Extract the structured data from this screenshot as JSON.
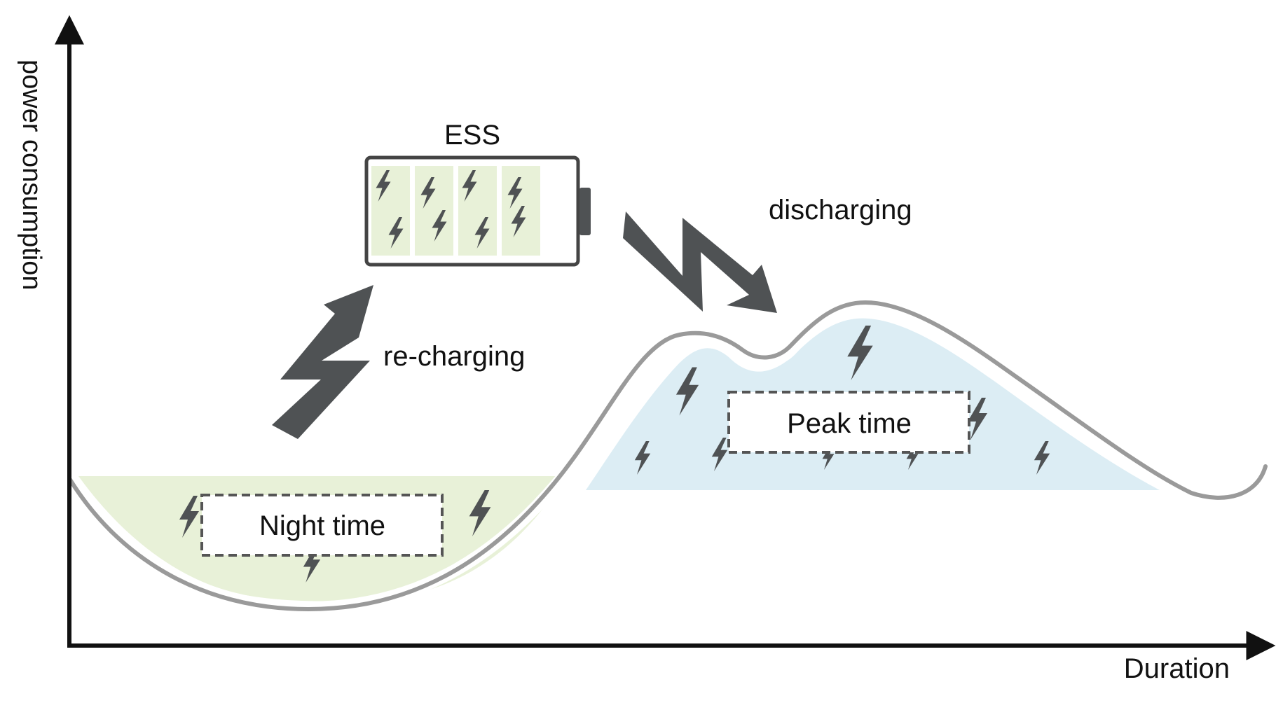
{
  "labels": {
    "y_axis": "power consumption",
    "x_axis": "Duration",
    "ess": "ESS",
    "recharging": "re-charging",
    "discharging": "discharging",
    "night_time": "Night time",
    "peak_time": "Peak time"
  },
  "colors": {
    "night_fill": "#e8f1d8",
    "peak_fill": "#dcedf4",
    "battery_cell_fill": "#e8f1d8",
    "curve_stroke": "#9a9a9a",
    "bolt_fill": "#4f5254",
    "axis_stroke": "#111111",
    "box_dash_stroke": "#555555"
  },
  "icons": {
    "bolt": "lightning-bolt-icon",
    "battery": "battery-icon"
  }
}
